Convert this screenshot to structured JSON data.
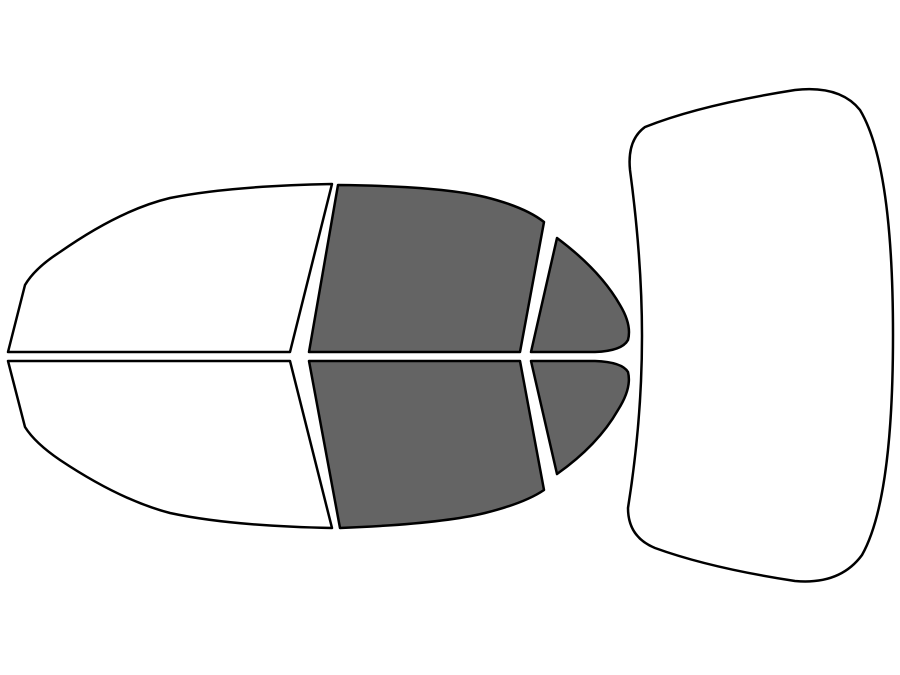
{
  "colors": {
    "background": "#ffffff",
    "outline": "#000000",
    "clear": "#ffffff",
    "tinted": "#646464"
  },
  "windows": [
    {
      "id": "windshield-upper-half",
      "tinted": false
    },
    {
      "id": "windshield-lower-half",
      "tinted": false
    },
    {
      "id": "front-door-window-upper",
      "tinted": true
    },
    {
      "id": "front-door-window-lower",
      "tinted": true
    },
    {
      "id": "rear-quarter-window-upper",
      "tinted": true
    },
    {
      "id": "rear-quarter-window-lower",
      "tinted": true
    },
    {
      "id": "rear-window",
      "tinted": false
    }
  ]
}
